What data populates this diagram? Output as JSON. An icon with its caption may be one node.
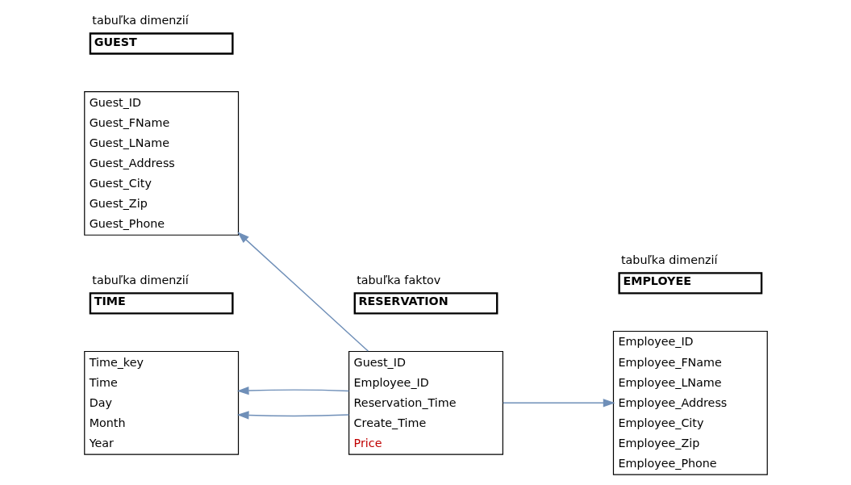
{
  "diagram": {
    "nodes": [
      {
        "text": [
          "tabuľka dimenzií",
          "GUEST"
        ]
      },
      {
        "text": [
          "Guest_ID",
          "Guest_FName",
          "Guest_LName",
          "Guest_Address",
          "Guest_City",
          "Guest_Zip",
          "Guest_Phone"
        ]
      },
      {
        "text": [
          "tabuľka faktov",
          "RESERVATION"
        ]
      },
      {
        "text": [
          "Guest_ID",
          "Employee_ID",
          "Reservation_Time",
          "Create_Time",
          "Price"
        ]
      },
      {
        "text": [
          "tabuľka dimenzií",
          "EMPLOYEE"
        ]
      },
      {
        "text": [
          "Employee_ID",
          "Employee_FName",
          "Employee_LName",
          "Employee_Address",
          "Employee_City",
          "Employee_Zip",
          "Employee_Phone"
        ]
      },
      {
        "text": [
          "tabuľka dimenzií",
          "TIME"
        ]
      },
      {
        "text": [
          "Time_key",
          "Time",
          "Day",
          "Month",
          "Year"
        ]
      }
    ],
    "edges": [
      {
        "from": 3,
        "to": 1,
        "arrow": "to"
      },
      {
        "from": 3,
        "to": 5,
        "arrow": "to"
      },
      {
        "from": 3,
        "to": 7,
        "arrow": "to"
      },
      {
        "from": 3,
        "to": 7,
        "arrow": "to"
      }
    ]
  }
}
